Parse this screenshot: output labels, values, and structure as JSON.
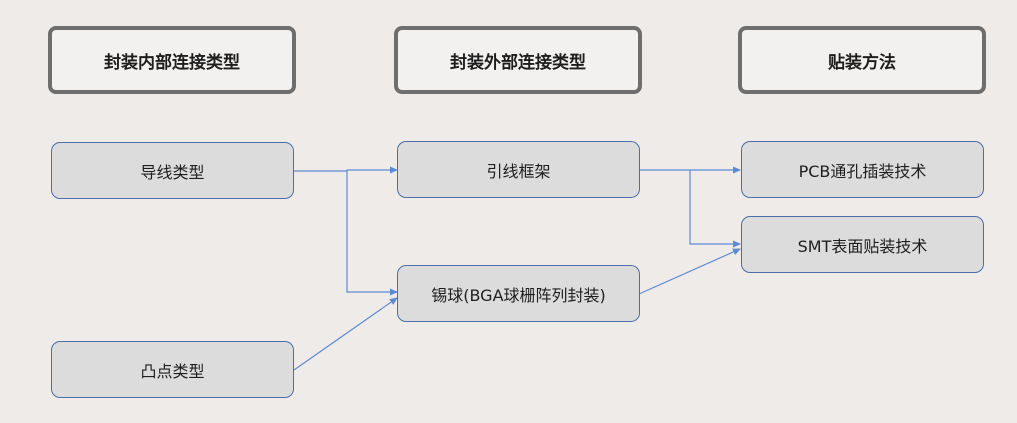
{
  "headers": {
    "internal": "封装内部连接类型",
    "external": "封装外部连接类型",
    "mounting": "贴装方法"
  },
  "nodes": {
    "wire_type": "导线类型",
    "bump_type": "凸点类型",
    "lead_frame": "引线框架",
    "solder_ball": "锡球(BGA球栅阵列封装)",
    "pcb_through_hole": "PCB通孔插装技术",
    "smt": "SMT表面贴装技术"
  },
  "edges": [
    {
      "from": "wire_type",
      "to": "lead_frame"
    },
    {
      "from": "wire_type",
      "to": "solder_ball"
    },
    {
      "from": "bump_type",
      "to": "solder_ball"
    },
    {
      "from": "lead_frame",
      "to": "pcb_through_hole"
    },
    {
      "from": "lead_frame",
      "to": "smt"
    },
    {
      "from": "solder_ball",
      "to": "smt"
    }
  ],
  "colors": {
    "background": "#efebe8",
    "connector": "#5b8bd6",
    "box_fill": "#dcdcdc",
    "header_border": "#6e6e6e"
  }
}
